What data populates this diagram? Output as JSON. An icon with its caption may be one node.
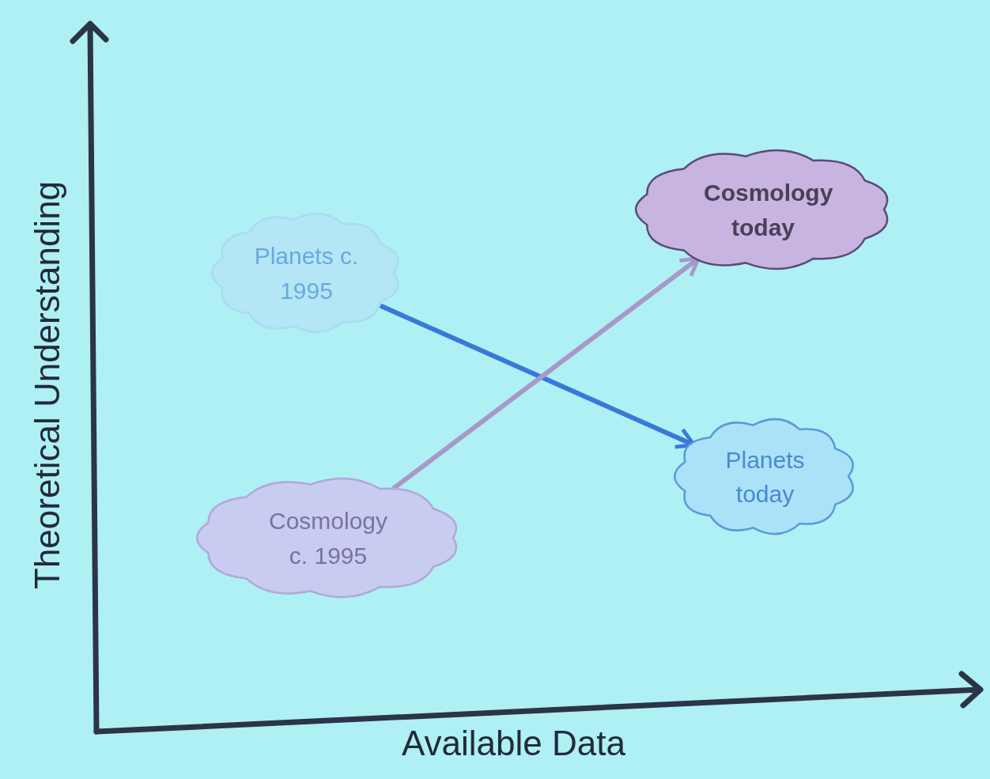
{
  "diagram": {
    "nodes": [
      {
        "text": [
          "Cosmology today"
        ]
      },
      {
        "text": [
          "Planets c. 1995"
        ]
      },
      {
        "text": [
          "Planets today"
        ]
      },
      {
        "text": [
          "Cosmology c. 1995"
        ]
      }
    ],
    "edges": [
      {
        "from": 1,
        "to": 2,
        "arrow": "to",
        "color": "#3a78d8"
      },
      {
        "from": 3,
        "to": 0,
        "arrow": "to",
        "color": "#a898c8"
      }
    ],
    "labels": [
      "Theoretical Understanding",
      "Available Data"
    ]
  }
}
